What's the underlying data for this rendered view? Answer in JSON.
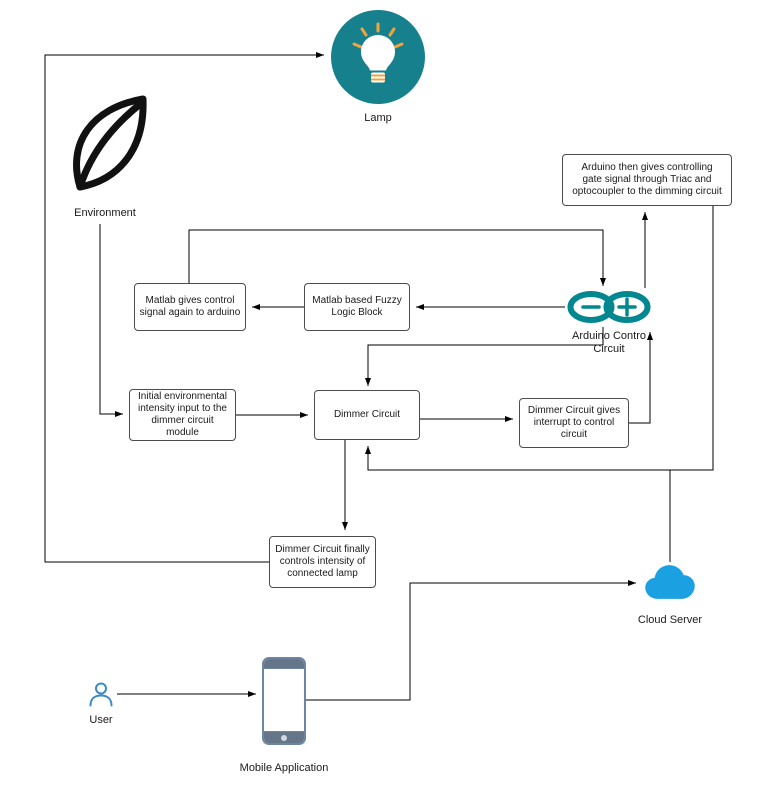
{
  "theme": {
    "lamp-teal": "#16808D",
    "arduino-teal": "#00878F",
    "cloud-blue": "#1BA1E2",
    "user-blue": "#3B8AC4",
    "phone-slate": "#647687",
    "phone-frame": "#6E84A3",
    "accent-orange": "#F2A33C",
    "box-border": "#4D4D4D",
    "text": "#1A1A1A"
  },
  "diagram": {
    "nodes": {
      "lamp": {
        "label": "Lamp",
        "color": "#16808D",
        "icon": "lightbulb-icon"
      },
      "environment": {
        "label": "Environment",
        "icon": "leaf-icon"
      },
      "triac_note": {
        "text": "Arduino then gives controlling\ngate signal through Triac and\noptocoupler to the dimming circuit"
      },
      "matlab_control": {
        "text": "Matlab gives control\nsignal again to arduino"
      },
      "fuzzy_block": {
        "text": "Matlab based Fuzzy\nLogic Block"
      },
      "arduino": {
        "label": "Arduino Contro\nCircuit",
        "color": "#00878F",
        "icon": "arduino-infinity-icon"
      },
      "initial_input": {
        "text": "Initial environmental\nintensity input to the\ndimmer circuit\nmodule"
      },
      "dimmer": {
        "text": "Dimmer Circuit"
      },
      "interrupt_note": {
        "text": "Dimmer Circuit gives\ninterrupt to control\ncircuit"
      },
      "finally_note": {
        "text": "Dimmer Circuit finally\ncontrols intensity of\nconnected lamp"
      },
      "cloud": {
        "label": "Cloud Server",
        "color": "#1BA1E2",
        "icon": "cloud-icon"
      },
      "user": {
        "label": "User",
        "color": "#3B8AC4",
        "icon": "person-icon"
      },
      "mobile": {
        "label": "Mobile Application",
        "icon": "smartphone-icon"
      }
    },
    "edges": [
      {
        "from": "finally-note",
        "to": "lamp"
      },
      {
        "from": "environment",
        "to": "initial-input"
      },
      {
        "from": "initial-input",
        "to": "dimmer-circuit"
      },
      {
        "from": "dimmer-circuit",
        "to": "interrupt-note"
      },
      {
        "from": "interrupt-note",
        "to": "arduino-control-circuit"
      },
      {
        "from": "arduino-control-circuit",
        "to": "fuzzy-block"
      },
      {
        "from": "fuzzy-block",
        "to": "matlab-control"
      },
      {
        "from": "matlab-control",
        "to": "arduino-control-circuit"
      },
      {
        "from": "arduino-control-circuit",
        "to": "triac-note"
      },
      {
        "from": "triac-note",
        "to": "dimmer-circuit"
      },
      {
        "from": "arduino-control-circuit",
        "to": "dimmer-circuit"
      },
      {
        "from": "dimmer-circuit",
        "to": "finally-note"
      },
      {
        "from": "user",
        "to": "mobile-application"
      },
      {
        "from": "mobile-application",
        "to": "cloud-server"
      },
      {
        "from": "cloud-server",
        "to": "arduino-control-circuit"
      }
    ]
  }
}
